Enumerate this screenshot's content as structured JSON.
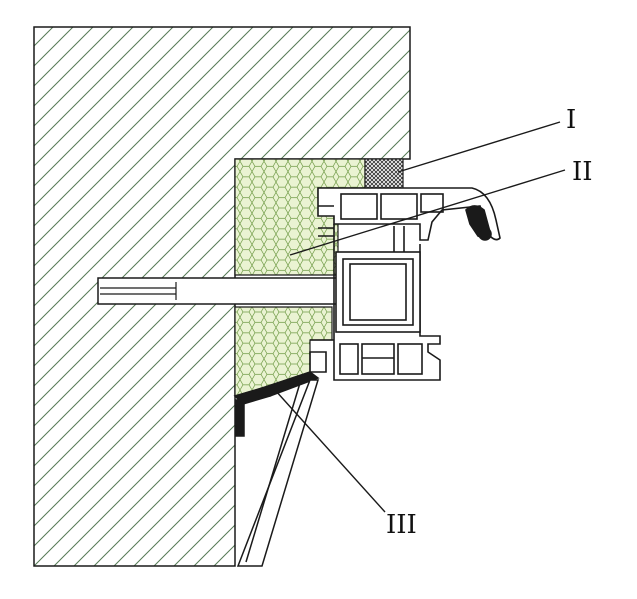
{
  "diagram": {
    "labels": {
      "one": "I",
      "two": "II",
      "three": "III"
    }
  },
  "colors": {
    "line": "#1a1a1a",
    "wall_hatch": "#557a55",
    "foam_fill": "#eaf3d2",
    "foam_cell": "#6f9a45",
    "seal_tape": "#333333",
    "background": "#ffffff"
  }
}
